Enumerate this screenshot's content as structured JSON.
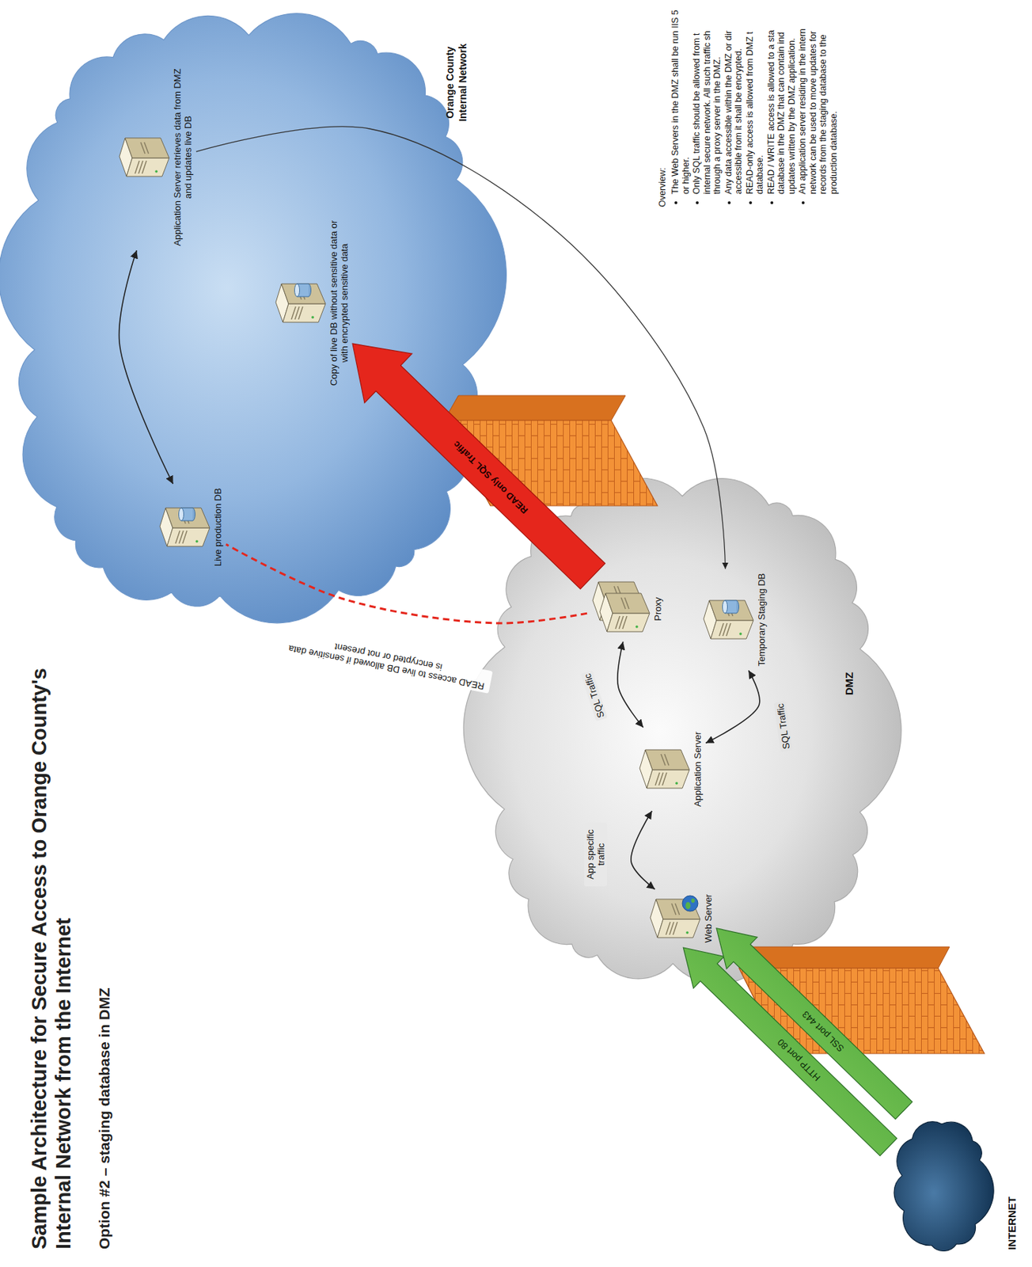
{
  "diagram": {
    "title": "Sample Architecture for Secure Access to Orange County's Internal Network from the Internet",
    "nodes": [
      {
        "text": [
          "INTERNET"
        ]
      },
      {
        "text": [
          "DMZ"
        ]
      },
      {
        "text": [
          "Web Server"
        ],
        "in": 1
      },
      {
        "text": [
          "Application Server"
        ],
        "in": 1
      },
      {
        "text": [
          "Proxy"
        ],
        "in": 1
      },
      {
        "text": [
          "Temporary Staging DB"
        ],
        "in": 1
      },
      {
        "text": [
          "Orange County Internal Network"
        ]
      },
      {
        "text": [
          "Live production DB"
        ],
        "in": 6
      },
      {
        "text": [
          "Application Server retrieves data from DMZ and updates live DB"
        ],
        "in": 6
      },
      {
        "text": [
          "Copy of live DB without sensitive data or with encrypted sensitive data"
        ],
        "in": 6
      }
    ],
    "edges": [
      {
        "from": 0,
        "to": 2,
        "label": "HTTP port 80",
        "arrow": "to"
      },
      {
        "from": 0,
        "to": 2,
        "label": "SSL port 443",
        "arrow": "to"
      },
      {
        "from": 2,
        "to": 3,
        "label": "App specific traffic",
        "arrow": "both"
      },
      {
        "from": 3,
        "to": 4,
        "label": "SQL Traffic",
        "arrow": "both"
      },
      {
        "from": 3,
        "to": 5,
        "label": "SQL Traffic",
        "arrow": "both"
      },
      {
        "from": 4,
        "to": 9,
        "label": "READ only SQL Traffic",
        "arrow": "to"
      },
      {
        "from": 4,
        "to": 7,
        "label": "READ access to live DB allowed if sensitive data is encrypted or not present",
        "arrow": "none"
      },
      {
        "from": 8,
        "to": 7,
        "arrow": "both"
      },
      {
        "from": 8,
        "to": 5,
        "arrow": "to"
      }
    ],
    "labels": [
      "Option #2 – staging database in DMZ",
      "Overview:",
      "The Web Servers in the DMZ shall be run IIS 5 or higher.",
      "Only SQL traffic should be allowed from t internal secure network. All such traffic sh through a proxy server in the DMZ.",
      "Any data accessible within the DMZ or dir accessible from it shall be encrypted.",
      "READ-only access is allowed from DMZ t database.",
      "READ / WRITE access is allowed to a sta database in the DMZ that can contain ind updates written by the DMZ application.",
      "An application server residing in the intern network can be used to move updates for records from the staging database to the production database."
    ]
  }
}
